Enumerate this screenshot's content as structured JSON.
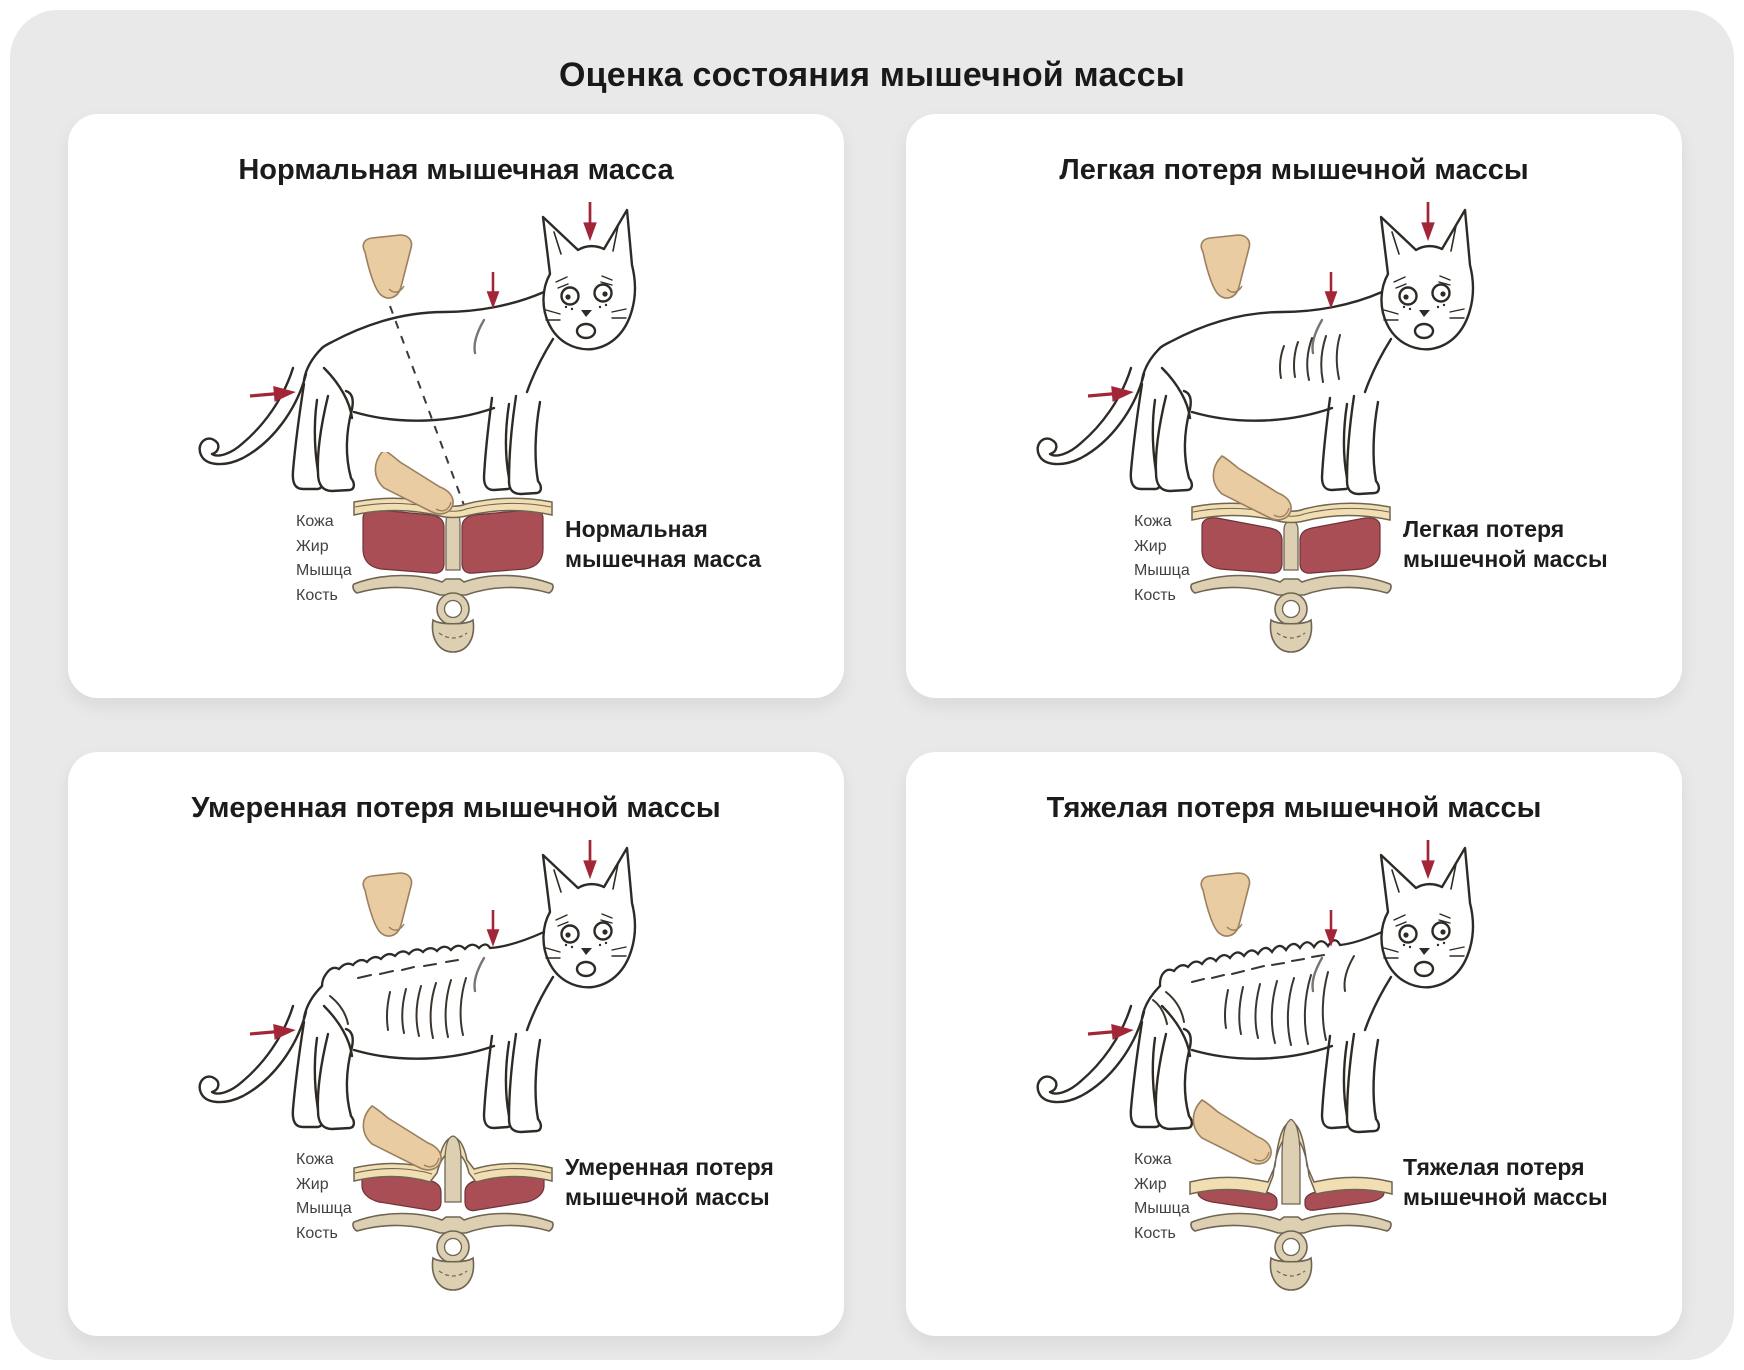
{
  "page_title": "Оценка состояния мышечной массы",
  "layer_labels": [
    "Кожа",
    "Жир",
    "Мышца",
    "Кость"
  ],
  "panels": [
    {
      "severity": "normal",
      "title": "Нормальная мышечная масса",
      "caption": "Нормальная мышечная масса"
    },
    {
      "severity": "mild",
      "title": "Легкая потеря мышечной массы",
      "caption": "Легкая потеря мышечной массы"
    },
    {
      "severity": "moderate",
      "title": "Умеренная потеря мышечной массы",
      "caption": "Умеренная потеря мышечной массы"
    },
    {
      "severity": "severe",
      "title": "Тяжелая потеря мышечной массы",
      "caption": "Тяжелая потеря мышечной массы"
    }
  ],
  "colors": {
    "page_background": "#ffffff",
    "container_background": "#e9e9ea",
    "card_background": "#ffffff",
    "title_text": "#191919",
    "label_text": "#424242",
    "arrow": "#a32638",
    "line_art": "#2e2a26",
    "muscle": "#a84e54",
    "fat": "#f2deb3",
    "bone": "#dccfb2",
    "finger_skin": "#e9cca2"
  }
}
